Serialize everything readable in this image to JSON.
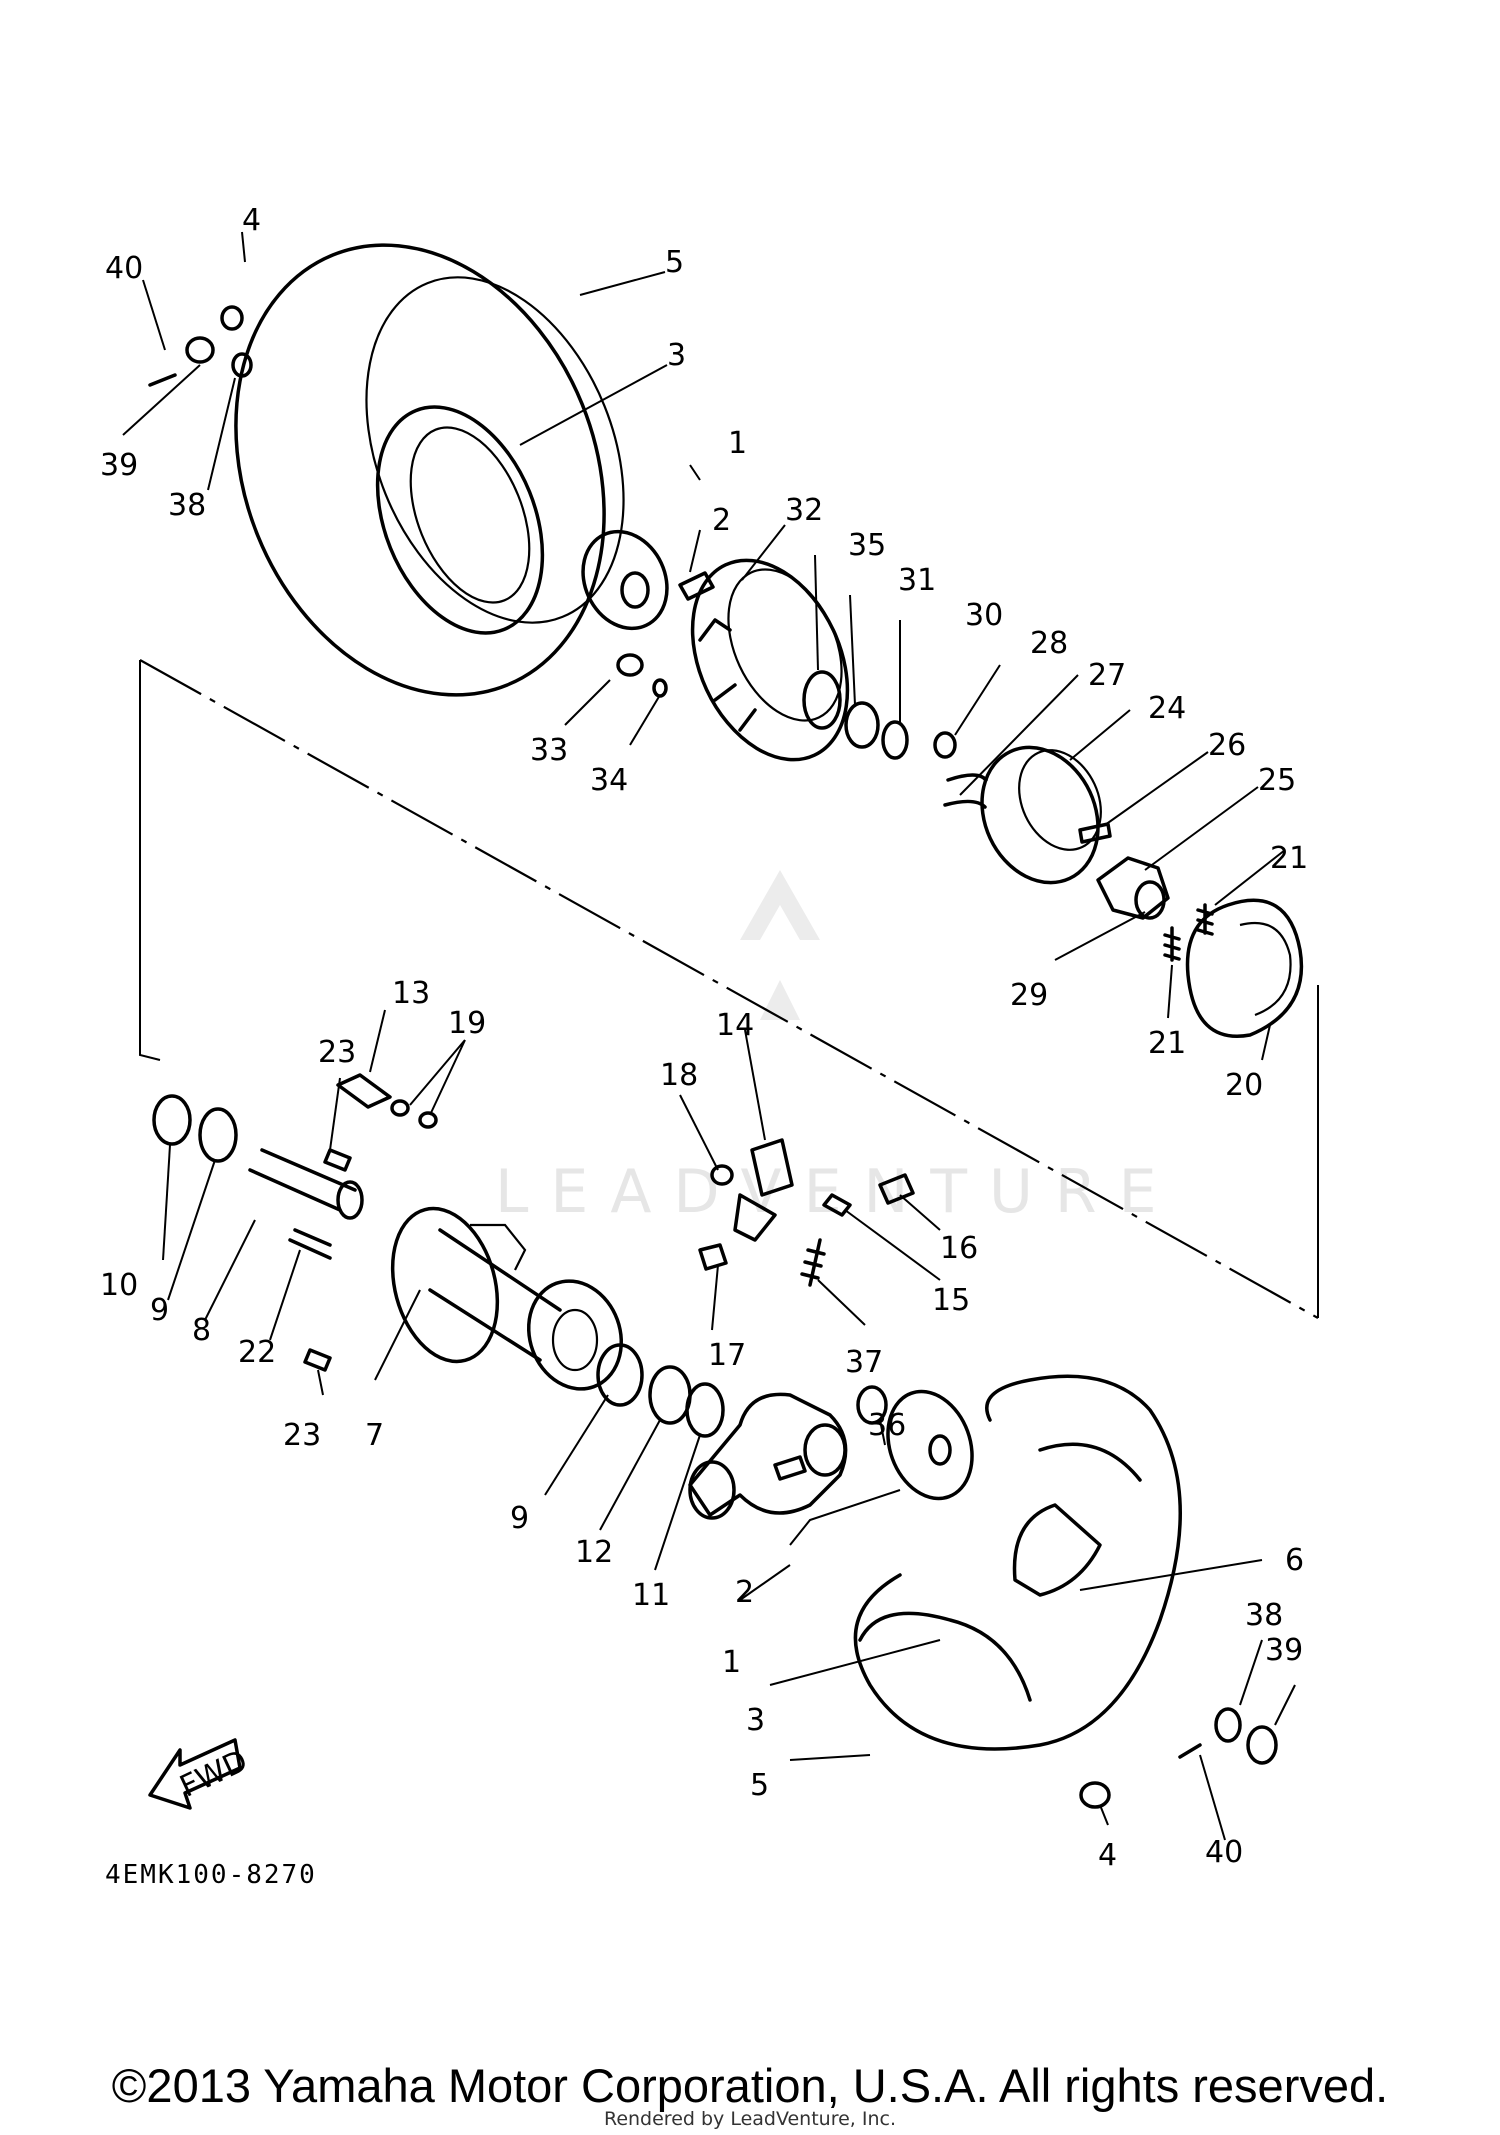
{
  "diagram": {
    "code": "4EMK100-8270",
    "fwd_label": "FWD",
    "watermark": "LEADVENTURE",
    "copyright": "©2013 Yamaha Motor Corporation, U.S.A. All rights reserved.",
    "rendered_by": "Rendered by LeadVenture, Inc.",
    "callouts": [
      "40",
      "4",
      "5",
      "3",
      "39",
      "38",
      "1",
      "2",
      "32",
      "35",
      "31",
      "30",
      "28",
      "27",
      "24",
      "26",
      "25",
      "21",
      "29",
      "21",
      "20",
      "33",
      "34",
      "13",
      "23",
      "19",
      "14",
      "18",
      "16",
      "15",
      "37",
      "17",
      "10",
      "9",
      "8",
      "22",
      "23",
      "7",
      "9",
      "12",
      "11",
      "36",
      "6",
      "38",
      "39",
      "2",
      "1",
      "3",
      "5",
      "4",
      "40"
    ]
  }
}
